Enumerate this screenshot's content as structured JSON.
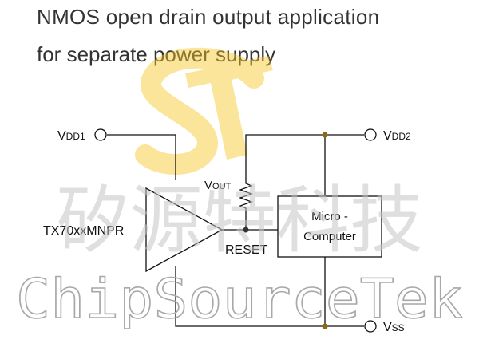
{
  "title_line1": "NMOS open drain output application",
  "title_line2": "for separate power supply",
  "watermark": {
    "chinese": "矽源特科技",
    "english": "ChipSourceTek",
    "logo": "ST",
    "logo_color": "#f6c624"
  },
  "labels": {
    "vdd1_main": "V",
    "vdd1_sub": "DD1",
    "vdd2_main": "V",
    "vdd2_sub": "DD2",
    "vout_main": "V",
    "vout_sub": "OUT",
    "vss_main": "V",
    "vss_sub": "SS",
    "chip": "TX70xxMNPR",
    "reset": "RESET",
    "micro_line1": "Micro -",
    "micro_line2": "Computer"
  }
}
